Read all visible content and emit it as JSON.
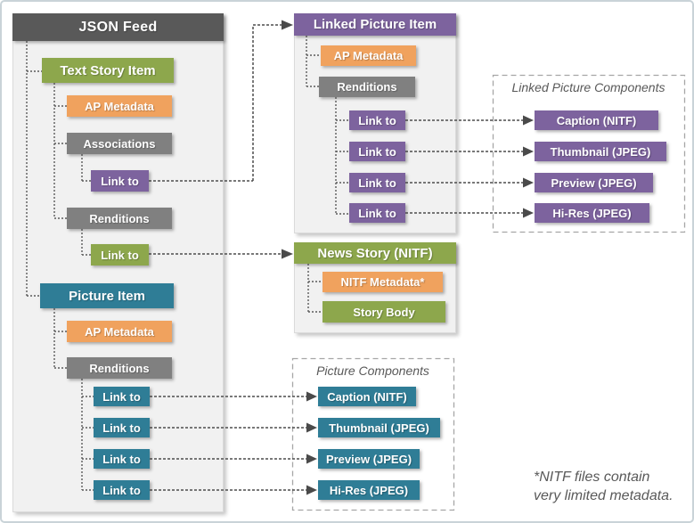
{
  "colors": {
    "green": "#8DA74C",
    "orange": "#F0A25E",
    "gray": "#808080",
    "purple": "#7D639E",
    "teal": "#2F7D96",
    "dark_gray": "#595959"
  },
  "feed_panel": {
    "title": "JSON Feed",
    "text_story": {
      "label": "Text Story Item",
      "ap_metadata": "AP Metadata",
      "associations": "Associations",
      "association_link": "Link to",
      "renditions": "Renditions",
      "rendition_link": "Link to"
    },
    "picture": {
      "label": "Picture Item",
      "ap_metadata": "AP Metadata",
      "renditions": "Renditions",
      "links": [
        "Link to",
        "Link to",
        "Link to",
        "Link to"
      ]
    }
  },
  "linked_picture_panel": {
    "title": "Linked Picture Item",
    "ap_metadata": "AP Metadata",
    "renditions": "Renditions",
    "links": [
      "Link to",
      "Link to",
      "Link to",
      "Link to"
    ]
  },
  "news_story_panel": {
    "title": "News Story (NITF)",
    "nitf_metadata": "NITF Metadata*",
    "story_body": "Story Body"
  },
  "linked_picture_components": {
    "title": "Linked Picture Components",
    "items": [
      "Caption (NITF)",
      "Thumbnail (JPEG)",
      "Preview (JPEG)",
      "Hi-Res (JPEG)"
    ]
  },
  "picture_components": {
    "title": "Picture Components",
    "items": [
      "Caption (NITF)",
      "Thumbnail (JPEG)",
      "Preview (JPEG)",
      "Hi-Res (JPEG)"
    ]
  },
  "footnote": {
    "line1": "*NITF files contain",
    "line2": "very limited metadata."
  }
}
